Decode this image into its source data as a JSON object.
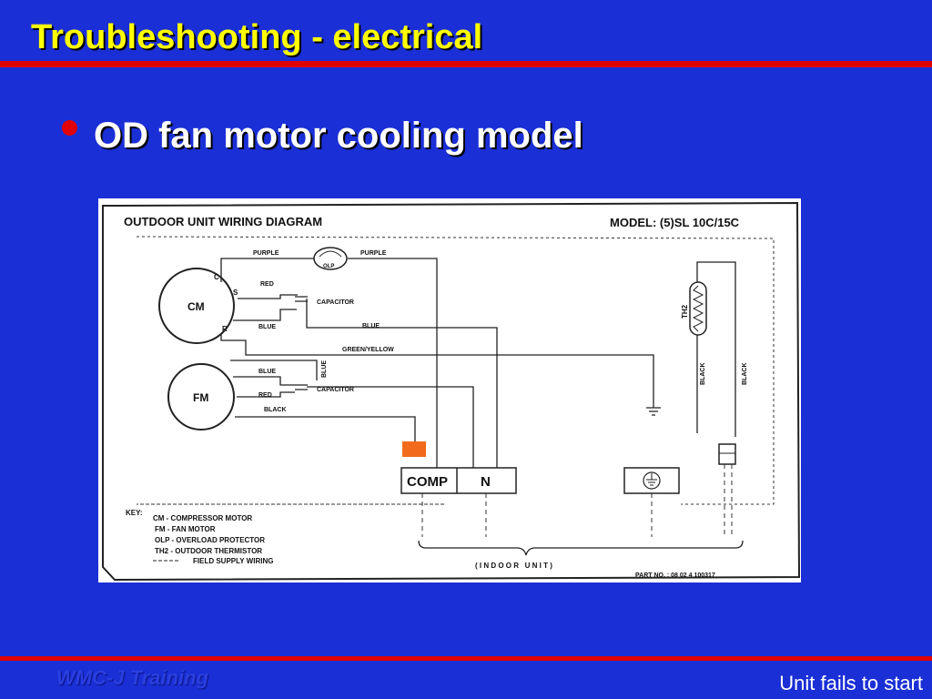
{
  "slide": {
    "title": "Troubleshooting - electrical",
    "bullet": "OD fan motor cooling model",
    "footer_left": "WMC-J Training",
    "footer_right": "Unit fails to start"
  },
  "diagram": {
    "heading": "OUTDOOR UNIT WIRING DIAGRAM",
    "model": "MODEL: (5)SL 10C/15C",
    "components": {
      "cm": "CM",
      "fm": "FM",
      "olp": "OLP",
      "th2": "TH2",
      "comp_terminal": "COMP",
      "n_terminal": "N",
      "capacitor_1": "CAPACITOR",
      "capacitor_2": "CAPACITOR",
      "pin_c": "C",
      "pin_s": "S",
      "pin_r": "R"
    },
    "wires": {
      "purple_left": "PURPLE",
      "purple_right": "PURPLE",
      "red_cm": "RED",
      "blue_cm": "BLUE",
      "blue_long": "BLUE",
      "green_yellow": "GREEN/YELLOW",
      "blue_fm": "BLUE",
      "blue_vertical": "BLUE",
      "red_fm": "RED",
      "black_fm": "BLACK",
      "black_th_left": "BLACK",
      "black_th_right": "BLACK"
    },
    "key": {
      "label": "KEY:",
      "items": [
        "CM - COMPRESSOR MOTOR",
        "FM - FAN MOTOR",
        "OLP - OVERLOAD PROTECTOR",
        "TH2 - OUTDOOR THERMISTOR"
      ],
      "field_wiring": "FIELD SUPPLY WIRING"
    },
    "indoor_unit": "( I N D O O R   U N I T )",
    "part_no": "PART NO. : 08 02 4 100317"
  },
  "colors": {
    "background": "#1a2fd6",
    "title": "#ffff00",
    "rule": "#e00000",
    "highlight": "#f26a1b"
  }
}
